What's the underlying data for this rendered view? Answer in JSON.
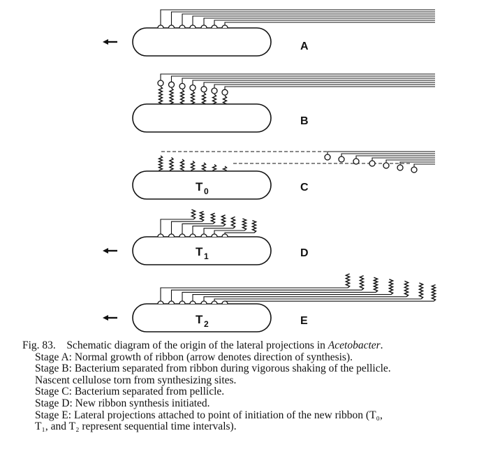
{
  "stages": [
    {
      "label": "A",
      "cell_label": "",
      "has_arrow": true
    },
    {
      "label": "B",
      "cell_label": "",
      "has_arrow": false
    },
    {
      "label": "C",
      "cell_label": "T",
      "cell_sub": "0",
      "has_arrow": false
    },
    {
      "label": "D",
      "cell_label": "T",
      "cell_sub": "1",
      "has_arrow": true
    },
    {
      "label": "E",
      "cell_label": "T",
      "cell_sub": "2",
      "has_arrow": true
    }
  ],
  "caption": {
    "fig": "Fig. 83.",
    "title": "Schematic diagram of the origin of the lateral projections in ",
    "title_italic": "Acetobacter",
    "title_end": ".",
    "lines": [
      "Stage A: Normal growth of ribbon (arrow denotes direction of synthesis).",
      "Stage B: Bacterium separated from ribbon during vigorous shaking of the pellicle.",
      "Nascent cellulose torn from synthesizing sites.",
      "Stage C: Bacterium separated from pellicle.",
      "Stage D: New ribbon synthesis initiated.",
      "Stage E: Lateral projections attached to point of initiation of the new ribbon (T₀,",
      "T₁, and T₂ represent sequential time intervals)."
    ]
  }
}
